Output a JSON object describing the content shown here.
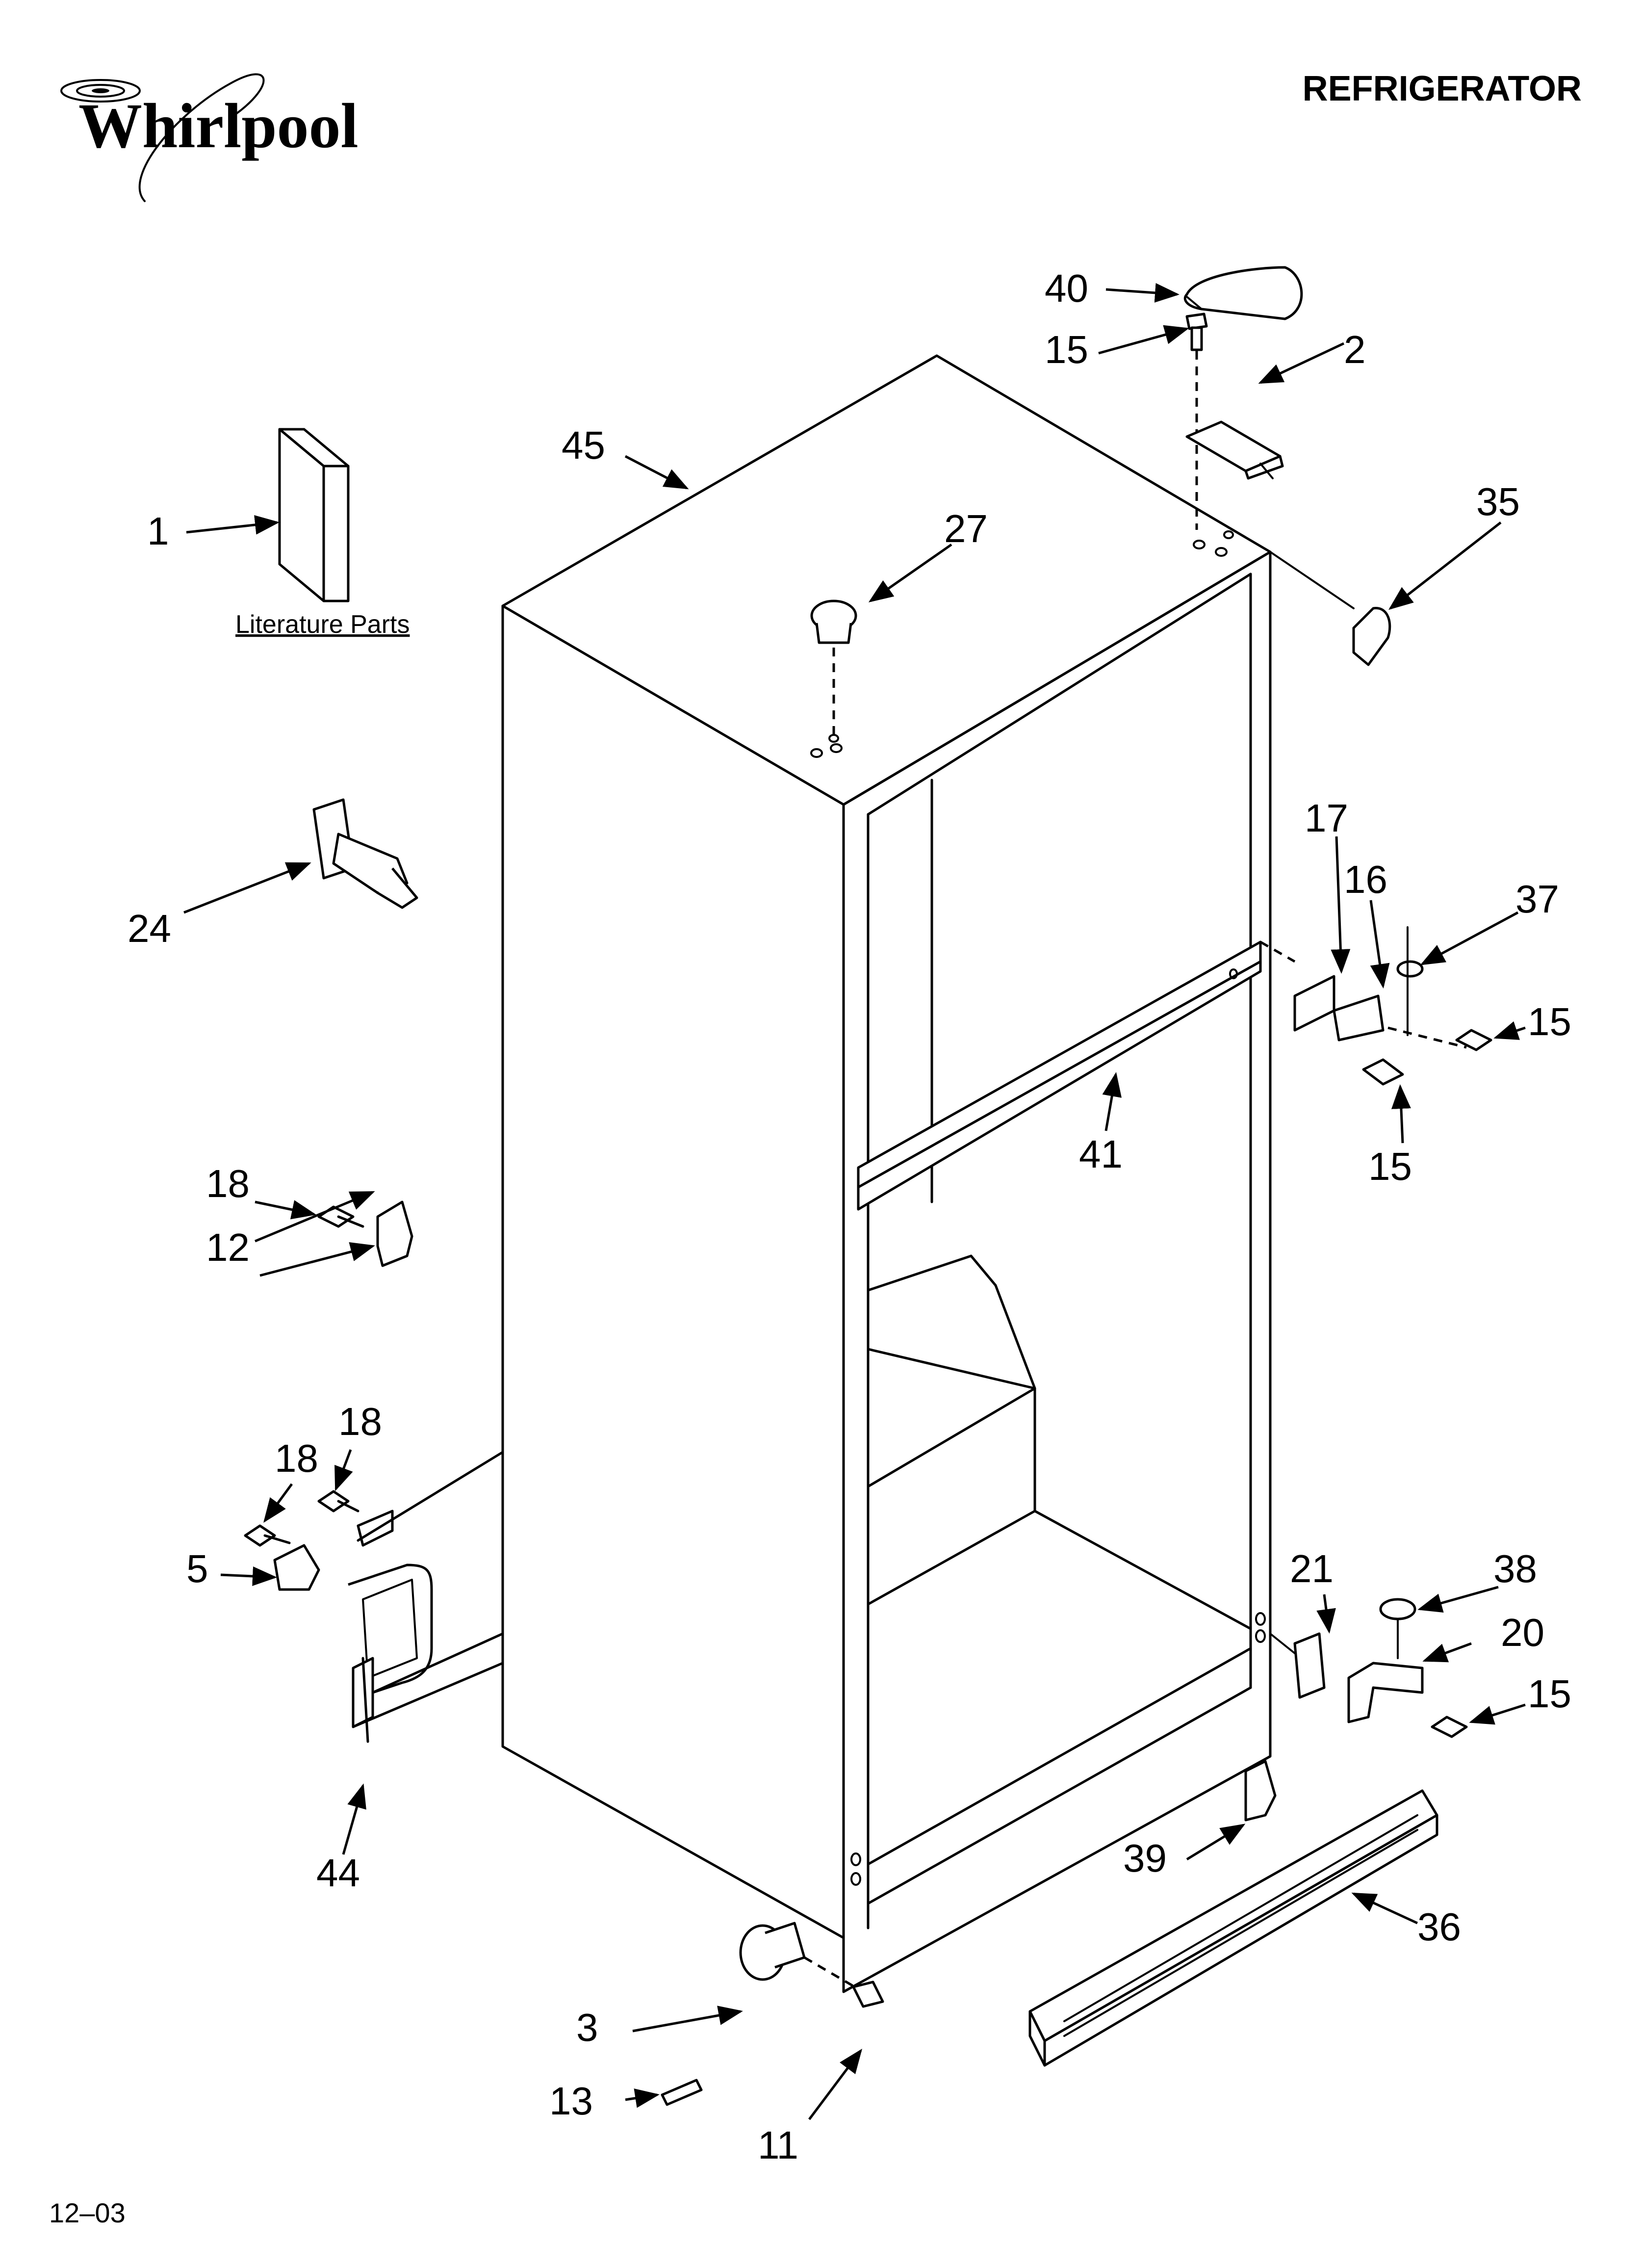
{
  "brand": "Whirlpool",
  "title": "REFRIGERATOR",
  "footer_code": "12–03",
  "literature_label": "Literature Parts",
  "callouts": {
    "c1": "1",
    "c2": "2",
    "c3": "3",
    "c5": "5",
    "c11": "11",
    "c12": "12",
    "c13": "13",
    "c15a": "15",
    "c15b": "15",
    "c15c": "15",
    "c15d": "15",
    "c16": "16",
    "c17": "17",
    "c18a": "18",
    "c18b": "18",
    "c18c": "18",
    "c20": "20",
    "c21": "21",
    "c24": "24",
    "c27": "27",
    "c35": "35",
    "c36": "36",
    "c37": "37",
    "c38": "38",
    "c39": "39",
    "c40": "40",
    "c41": "41",
    "c44": "44",
    "c45": "45"
  }
}
